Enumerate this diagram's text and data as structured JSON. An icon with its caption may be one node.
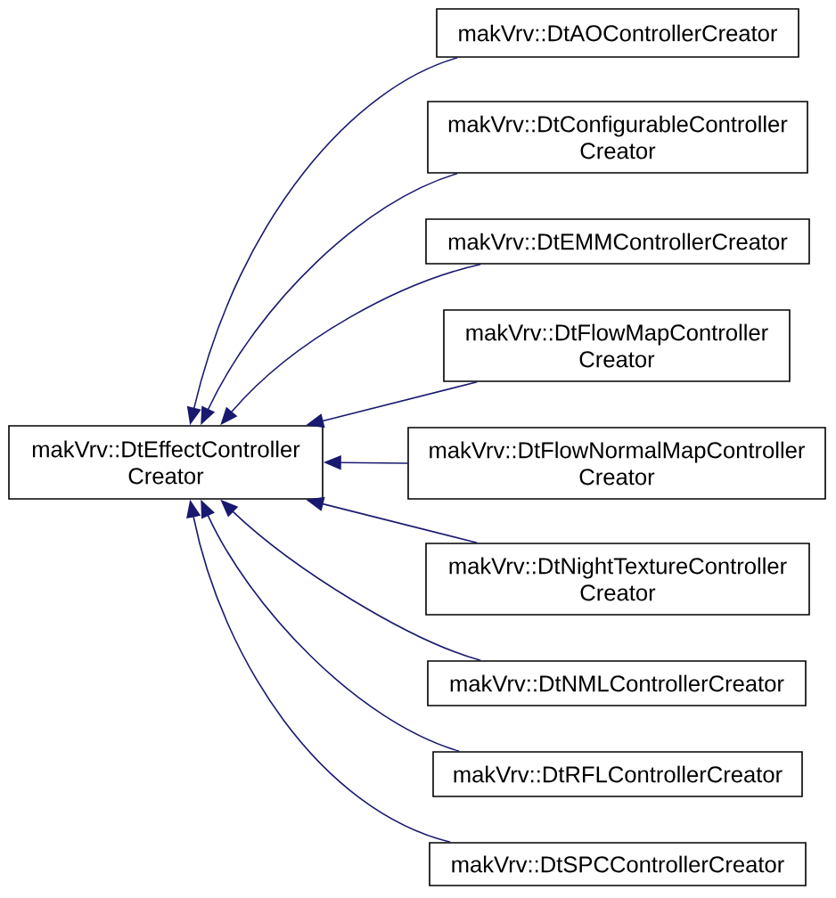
{
  "diagram": {
    "nodes": [
      {
        "text": [
          "makVrv::DtEffectController Creator"
        ]
      },
      {
        "text": [
          "makVrv::DtAOControllerCreator"
        ]
      },
      {
        "text": [
          "makVrv::DtConfigurableController Creator"
        ]
      },
      {
        "text": [
          "makVrv::DtEMMControllerCreator"
        ]
      },
      {
        "text": [
          "makVrv::DtFlowMapController Creator"
        ]
      },
      {
        "text": [
          "makVrv::DtFlowNormalMapController Creator"
        ]
      },
      {
        "text": [
          "makVrv::DtNightTextureController Creator"
        ]
      },
      {
        "text": [
          "makVrv::DtNMLControllerCreator"
        ]
      },
      {
        "text": [
          "makVrv::DtRFLControllerCreator"
        ]
      },
      {
        "text": [
          "makVrv::DtSPCControllerCreator"
        ]
      }
    ],
    "edges": [
      {
        "from": 1,
        "to": 0,
        "arrow": "to"
      },
      {
        "from": 2,
        "to": 0,
        "arrow": "to"
      },
      {
        "from": 3,
        "to": 0,
        "arrow": "to"
      },
      {
        "from": 4,
        "to": 0,
        "arrow": "to"
      },
      {
        "from": 5,
        "to": 0,
        "arrow": "to"
      },
      {
        "from": 6,
        "to": 0,
        "arrow": "to"
      },
      {
        "from": 7,
        "to": 0,
        "arrow": "to"
      },
      {
        "from": 8,
        "to": 0,
        "arrow": "to"
      },
      {
        "from": 9,
        "to": 0,
        "arrow": "to"
      }
    ]
  }
}
